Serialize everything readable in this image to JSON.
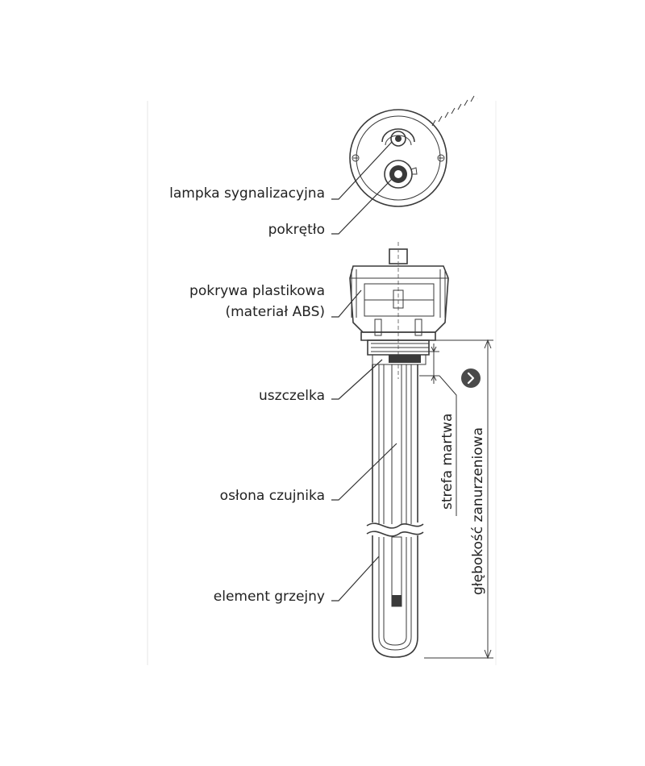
{
  "labels": {
    "signal_lamp": "lampka sygnalizacyjna",
    "knob": "pokrętło",
    "cover_line1": "pokrywa plastikowa",
    "cover_line2": "(materiał ABS)",
    "gasket": "uszczelka",
    "sensor_sheath": "osłona czujnika",
    "heating_element": "element grzejny",
    "dead_zone": "strefa martwa",
    "immersion_depth": "głębokość zanurzeniowa"
  },
  "nav": {
    "next_icon": "chevron-right-icon"
  },
  "colors": {
    "ink": "#3a3a3a",
    "nav_button": "#4a4a4a"
  }
}
